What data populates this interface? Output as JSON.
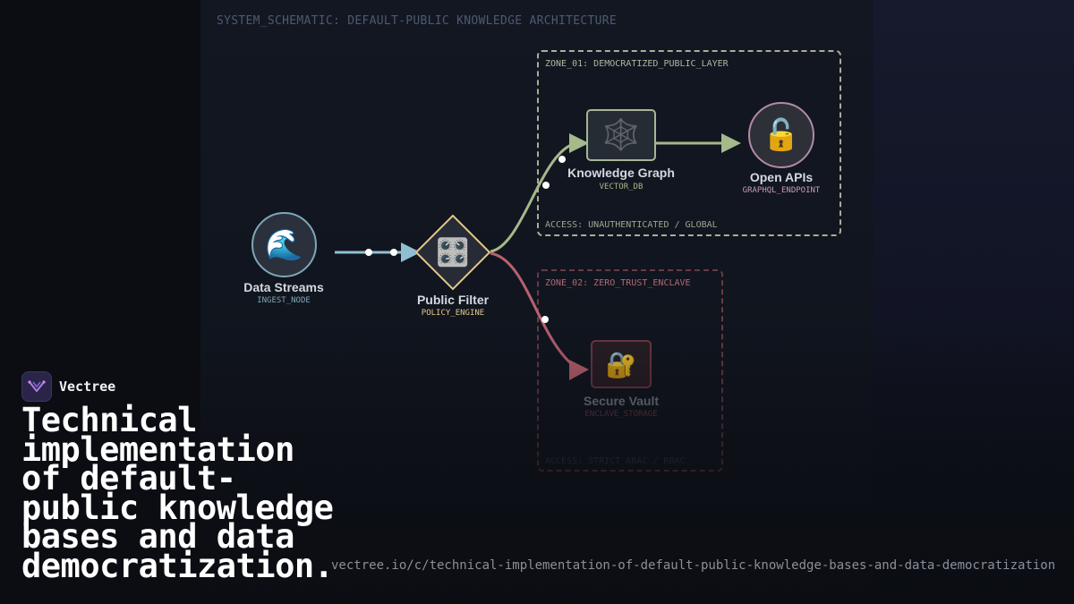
{
  "schematic_title": "SYSTEM_SCHEMATIC: DEFAULT-PUBLIC KNOWLEDGE ARCHITECTURE",
  "zones": {
    "public": {
      "title": "ZONE_01: DEMOCRATIZED_PUBLIC_LAYER",
      "access": "ACCESS: UNAUTHENTICATED / GLOBAL"
    },
    "enclave": {
      "title": "ZONE_02: ZERO_TRUST_ENCLAVE",
      "access": "ACCESS: STRICT ABAC / RBAC"
    }
  },
  "nodes": {
    "data_streams": {
      "name": "Data Streams",
      "sub": "INGEST_NODE",
      "icon": "🌊",
      "icon_name": "wave-icon"
    },
    "public_filter": {
      "name": "Public Filter",
      "sub": "POLICY_ENGINE",
      "icon": "🎛️",
      "icon_name": "control-knobs-icon"
    },
    "knowledge_graph": {
      "name": "Knowledge Graph",
      "sub": "VECTOR_DB",
      "icon": "🕸️",
      "icon_name": "spider-web-icon"
    },
    "open_apis": {
      "name": "Open APIs",
      "sub": "GRAPHQL_ENDPOINT",
      "icon": "🔓",
      "icon_name": "unlocked-padlock-icon"
    },
    "secure_vault": {
      "name": "Secure Vault",
      "sub": "ENCLAVE_STORAGE",
      "icon": "🔐",
      "icon_name": "locked-with-key-icon"
    }
  },
  "colors": {
    "ingest": "#8fbfd1",
    "public": "#a5b98a",
    "enclave": "#b9606e",
    "filter": "#e4c88a"
  },
  "brand": {
    "name": "Vectree"
  },
  "headline": "Technical implementation of default-public knowledge bases and data democratization.",
  "url": "vectree.io/c/technical-implementation-of-default-public-knowledge-bases-and-data-democratization"
}
